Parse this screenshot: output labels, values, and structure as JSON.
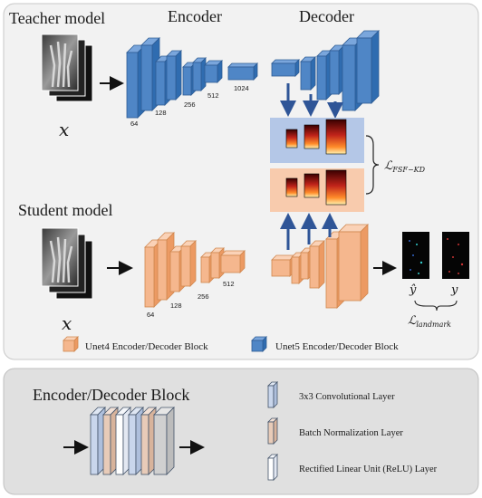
{
  "teacher": {
    "title": "Teacher model",
    "input_label": "𝑥",
    "encoder_label": "Encoder",
    "decoder_label": "Decoder",
    "encoder_channels": [
      "64",
      "128",
      "256",
      "512",
      "1024"
    ],
    "color": "#4f86c6"
  },
  "student": {
    "title": "Student model",
    "input_label": "𝑥",
    "encoder_channels": [
      "64",
      "128",
      "256",
      "512"
    ],
    "color": "#f5b78e"
  },
  "losses": {
    "fsf_kd": "ℒ",
    "fsf_kd_sub": "FSF−KD",
    "landmark": "ℒ",
    "landmark_sub": "landmark"
  },
  "outputs": {
    "y_hat": "𝑦̂",
    "y": "𝑦"
  },
  "legend": {
    "unet4": "Unet4 Encoder/Decoder Block",
    "unet5": "Unet5 Encoder/Decoder Block"
  },
  "block_detail": {
    "title": "Encoder/Decoder Block",
    "conv": "3x3 Convolutional Layer",
    "bn": "Batch Normalization Layer",
    "relu": "Rectified Linear Unit (ReLU) Layer"
  },
  "colors": {
    "panel_top": "#f2f2f2",
    "panel_bottom": "#e0e0e0",
    "teacher_blue": "#4f86c6",
    "student_orange": "#f5b78e",
    "kd_blue_bg": "#b4c7e7",
    "kd_orange_bg": "#f8cbad",
    "arrow_blue": "#2f5597"
  }
}
